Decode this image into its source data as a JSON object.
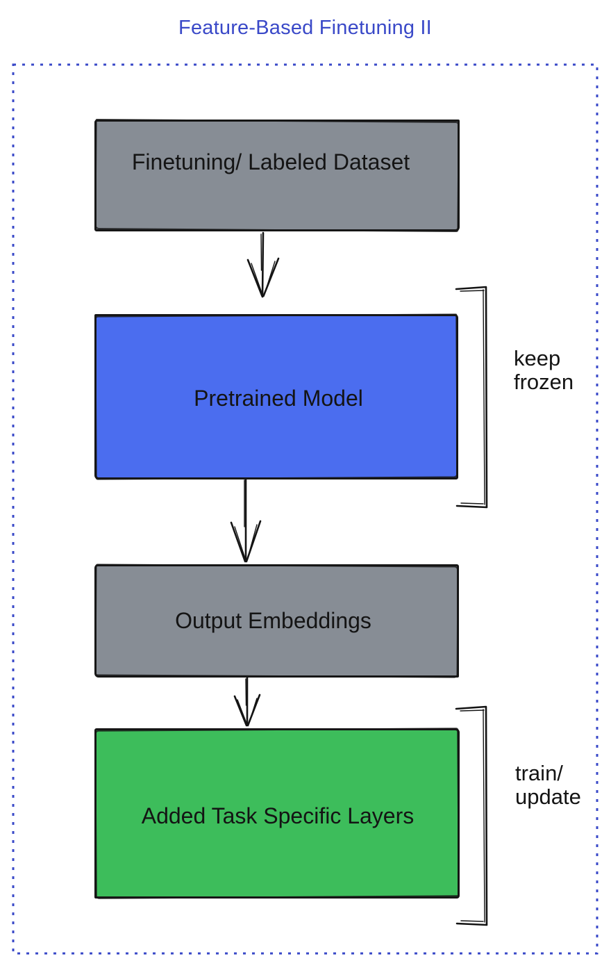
{
  "title": {
    "text": "Feature-Based Finetuning II",
    "color": "#3a49c8"
  },
  "frame": {
    "style": "dotted",
    "color": "#3a49c8"
  },
  "text_color": "#141414",
  "nodes": [
    {
      "id": "finetuning-dataset",
      "label": "Finetuning/ Labeled Dataset",
      "fill": "#878d95"
    },
    {
      "id": "pretrained-model",
      "label": "Pretrained Model",
      "fill": "#4b6def"
    },
    {
      "id": "output-embeddings",
      "label": "Output Embeddings",
      "fill": "#878d95"
    },
    {
      "id": "added-task-layers",
      "label": "Added Task Specific Layers",
      "fill": "#3dbd5b"
    }
  ],
  "annotations": [
    {
      "id": "keep-frozen",
      "lines": [
        "keep",
        "frozen"
      ],
      "target": "pretrained-model"
    },
    {
      "id": "train-update",
      "lines": [
        "train/",
        "update"
      ],
      "target": "added-task-layers"
    }
  ],
  "connections": [
    {
      "from": "finetuning-dataset",
      "to": "pretrained-model"
    },
    {
      "from": "pretrained-model",
      "to": "output-embeddings"
    },
    {
      "from": "output-embeddings",
      "to": "added-task-layers"
    }
  ]
}
